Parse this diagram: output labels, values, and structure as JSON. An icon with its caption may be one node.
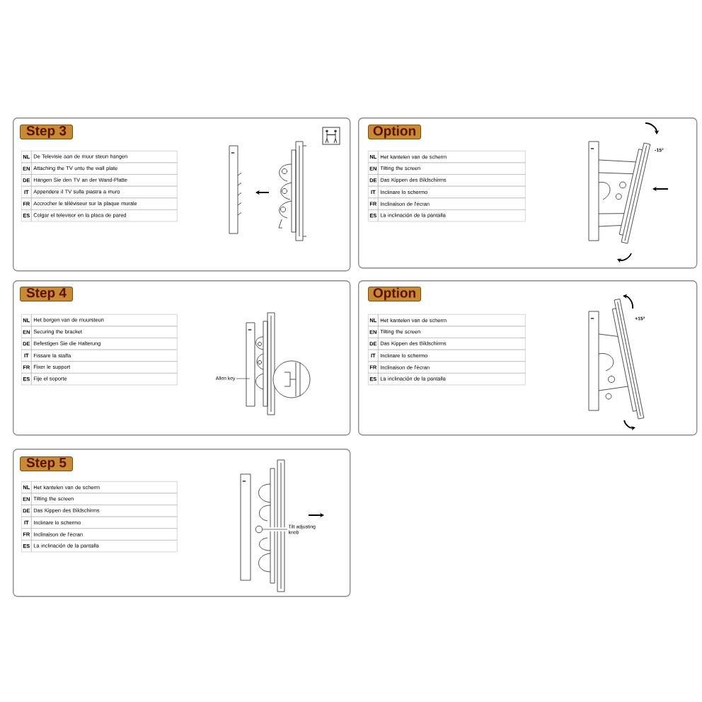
{
  "diagram": {
    "nodes": [
      {
        "text": [
          "NL",
          "De Televisie aan de muur steun hangen",
          "EN",
          "Attaching the TV onto the wall plate",
          "DE",
          "Hängen Sie den TV an der Wand-Platte",
          "IT",
          "Appendere il TV sulla piastra a muro",
          "FR",
          "Accrocher le téléviseur sur la plaque murale",
          "ES",
          "Colgar el televisor en la placa de pared"
        ]
      },
      {
        "text": [
          "Step 3"
        ],
        "in": 0
      },
      {
        "text": [
          "NL",
          "Het kantelen van de scherm",
          "EN",
          "Tilting the screen",
          "DE",
          "Das Kippen des Bildschirms",
          "IT",
          "Inclinare lo schermo",
          "FR",
          "Inclinaison de l'écran",
          "ES",
          "La inclinación de la pantalla"
        ]
      },
      {
        "text": [
          "Option"
        ],
        "in": 2
      },
      {
        "text": [
          "NL",
          "Het borgen van de muursteun",
          "EN",
          "Securing the bracket",
          "DE",
          "Befestigen Sie die Halterung",
          "IT",
          "Fissare la staffa",
          "FR",
          "Fixer le support",
          "ES",
          "Fije el soporte"
        ]
      },
      {
        "text": [
          "Step 4"
        ],
        "in": 4
      },
      {
        "text": [
          "Allen key"
        ],
        "in": 4
      },
      {
        "text": [
          "NL",
          "Het kantelen van de scherm",
          "EN",
          "Tilting the screen",
          "DE",
          "Das Kippen des Bildschirms",
          "IT",
          "Inclinare lo schermo",
          "FR",
          "Inclinaison de l'écran",
          "ES",
          "La inclinación de la pantalla"
        ]
      },
      {
        "text": [
          "Option"
        ],
        "in": 7
      },
      {
        "text": [
          "NL",
          "Het kantelen van de scherm",
          "EN",
          "Tilting the screen",
          "DE",
          "Das Kippen des Bildschirms",
          "IT",
          "Inclinare lo schermo",
          "FR",
          "Inclinaison de l'écran",
          "ES",
          "La inclinación de la pantalla"
        ]
      },
      {
        "text": [
          "Step 5"
        ],
        "in": 9
      },
      {
        "text": [
          "Tilt adjusting knob"
        ],
        "in": 9
      },
      {
        "text": [],
        "shape": "circle",
        "in": 9
      }
    ],
    "edges": [
      {
        "from": 6,
        "to": null,
        "arrow": "none"
      },
      {
        "from": 11,
        "to": 12,
        "arrow": "none"
      }
    ],
    "labels": [
      "-15°",
      "+15°"
    ]
  }
}
